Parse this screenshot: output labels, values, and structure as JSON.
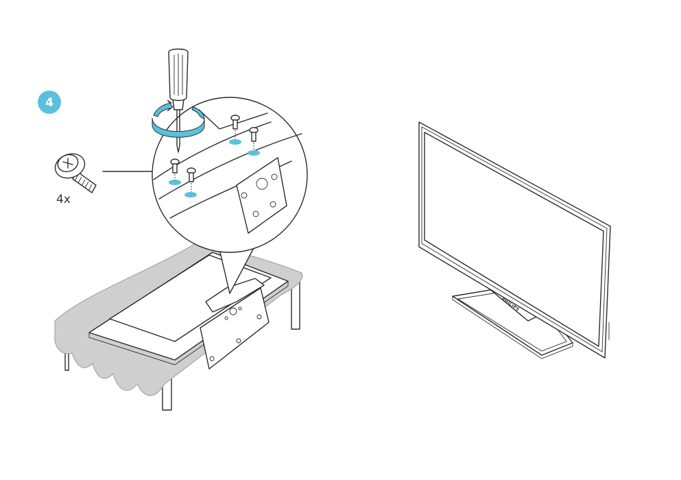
{
  "step": {
    "number": "4",
    "badge_color": "#5bc0de"
  },
  "screw": {
    "count_label": "4x"
  },
  "tv": {
    "brand_label": "PHILIPS"
  },
  "colors": {
    "accent_blue": "#5bc0de",
    "cloth_gray": "#cfcfcf",
    "line": "#2a2a2a"
  },
  "icons": [
    "screwdriver-icon",
    "rotation-arrow-icon",
    "screw-icon"
  ]
}
